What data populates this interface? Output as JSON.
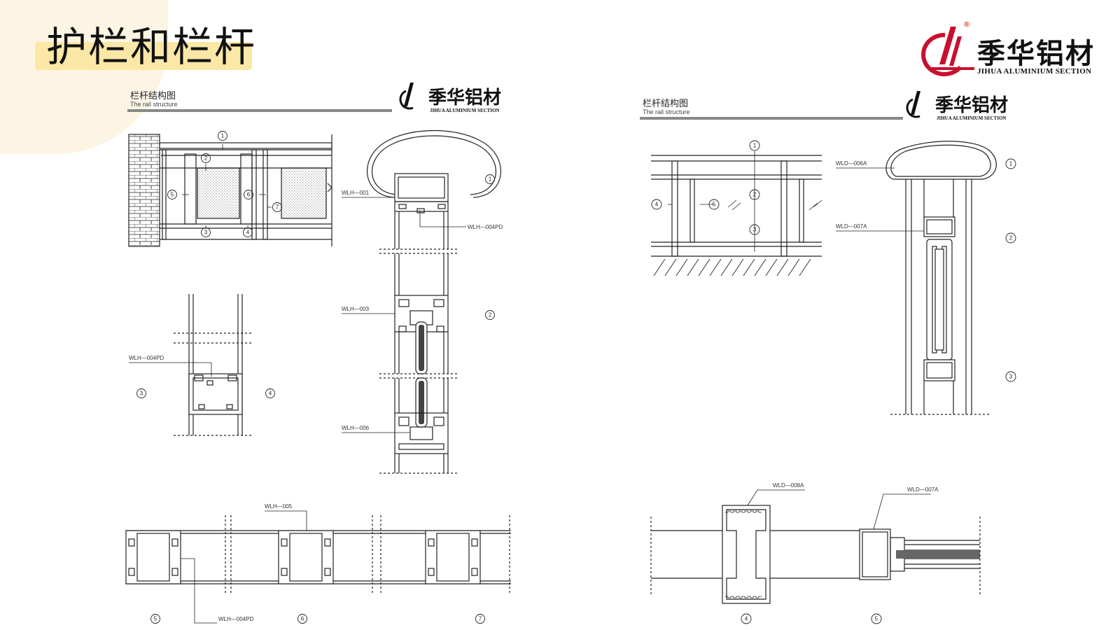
{
  "slide": {
    "title": "护栏和栏杆",
    "brand": {
      "name": "季华铝材",
      "subtitle": "JIHUA ALUMINIUM SECTION",
      "registered": "®",
      "accent_color": "#c8102e"
    }
  },
  "panels": [
    {
      "heading_cn": "栏杆结构图",
      "heading_en": "The rail structure",
      "brand_name": "季华铝材",
      "brand_sub": "JIHUA ALUMINIUM SECTION",
      "part_labels": {
        "wlh001": "WLH—001",
        "wlh004pd_a": "WLH—004PD",
        "wlh003": "WLH—003",
        "wlh004pd_b": "WLH—004PD",
        "wlh006": "WLH—006",
        "wlh005": "WLH—005",
        "wlh004pd_c": "WLH—004PD"
      }
    },
    {
      "heading_cn": "栏杆结构图",
      "heading_en": "The rail structure",
      "brand_name": "季华铝材",
      "brand_sub": "JIHUA ALUMINIUM SECTION",
      "part_labels": {
        "wld006a": "WLD—006A",
        "wld007a": "WLD—007A",
        "wld008a": "WLD—008A",
        "wld007a_b": "WLD—007A"
      }
    }
  ],
  "callouts": {
    "n1": "1",
    "n2": "2",
    "n3": "3",
    "n4": "4",
    "n5": "5",
    "n6": "6",
    "n7": "7"
  }
}
